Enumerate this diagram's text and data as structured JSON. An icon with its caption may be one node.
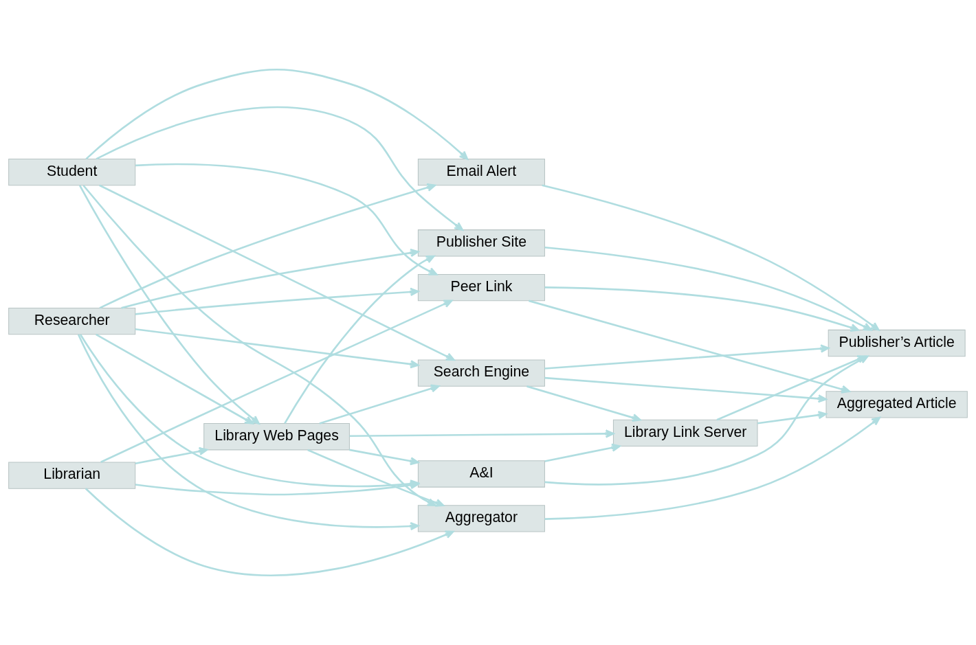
{
  "diagram": {
    "nodes": [
      {
        "text": [
          "Library Web Pages"
        ]
      },
      {
        "text": [
          "Library Link Server"
        ]
      },
      {
        "text": [
          "Researcher"
        ]
      },
      {
        "text": [
          "A&I"
        ]
      },
      {
        "text": [
          "Publisher’s Article"
        ]
      },
      {
        "text": [
          "Aggregator"
        ]
      },
      {
        "text": [
          "Student"
        ]
      },
      {
        "text": [
          "Search Engine"
        ]
      },
      {
        "text": [
          "Publisher Site"
        ]
      },
      {
        "text": [
          "Aggregated Article"
        ]
      },
      {
        "text": [
          "Librarian"
        ]
      },
      {
        "text": [
          "Email Alert"
        ]
      },
      {
        "text": [
          "Peer Link"
        ]
      }
    ],
    "edges": [
      {
        "from": 0,
        "to": 1,
        "arrow": "to"
      },
      {
        "from": 2,
        "to": 0,
        "arrow": "to"
      },
      {
        "from": 6,
        "to": 0,
        "arrow": "to"
      },
      {
        "from": 10,
        "to": 0,
        "arrow": "to"
      },
      {
        "from": 2,
        "to": 3,
        "arrow": "to"
      },
      {
        "from": 2,
        "to": 5,
        "arrow": "to"
      },
      {
        "from": 2,
        "to": 7,
        "arrow": "to"
      },
      {
        "from": 2,
        "to": 8,
        "arrow": "to"
      },
      {
        "from": 2,
        "to": 11,
        "arrow": "to"
      },
      {
        "from": 2,
        "to": 12,
        "arrow": "to"
      },
      {
        "from": 0,
        "to": 3,
        "arrow": "to"
      },
      {
        "from": 0,
        "to": 5,
        "arrow": "to"
      },
      {
        "from": 0,
        "to": 7,
        "arrow": "to"
      },
      {
        "from": 0,
        "to": 8,
        "arrow": "to"
      },
      {
        "from": 6,
        "to": 5,
        "arrow": "to"
      },
      {
        "from": 6,
        "to": 7,
        "arrow": "to"
      },
      {
        "from": 6,
        "to": 8,
        "arrow": "to"
      },
      {
        "from": 6,
        "to": 11,
        "arrow": "to"
      },
      {
        "from": 6,
        "to": 12,
        "arrow": "to"
      },
      {
        "from": 10,
        "to": 3,
        "arrow": "to"
      },
      {
        "from": 10,
        "to": 5,
        "arrow": "to"
      },
      {
        "from": 10,
        "to": 12,
        "arrow": "to"
      },
      {
        "from": 3,
        "to": 1,
        "arrow": "to"
      },
      {
        "from": 3,
        "to": 4,
        "arrow": "to"
      },
      {
        "from": 5,
        "to": 9,
        "arrow": "to"
      },
      {
        "from": 7,
        "to": 1,
        "arrow": "to"
      },
      {
        "from": 7,
        "to": 4,
        "arrow": "to"
      },
      {
        "from": 7,
        "to": 9,
        "arrow": "to"
      },
      {
        "from": 8,
        "to": 4,
        "arrow": "to"
      },
      {
        "from": 11,
        "to": 4,
        "arrow": "to"
      },
      {
        "from": 12,
        "to": 4,
        "arrow": "to"
      },
      {
        "from": 12,
        "to": 9,
        "arrow": "to"
      },
      {
        "from": 1,
        "to": 4,
        "arrow": "to"
      },
      {
        "from": 1,
        "to": 9,
        "arrow": "to"
      }
    ]
  }
}
